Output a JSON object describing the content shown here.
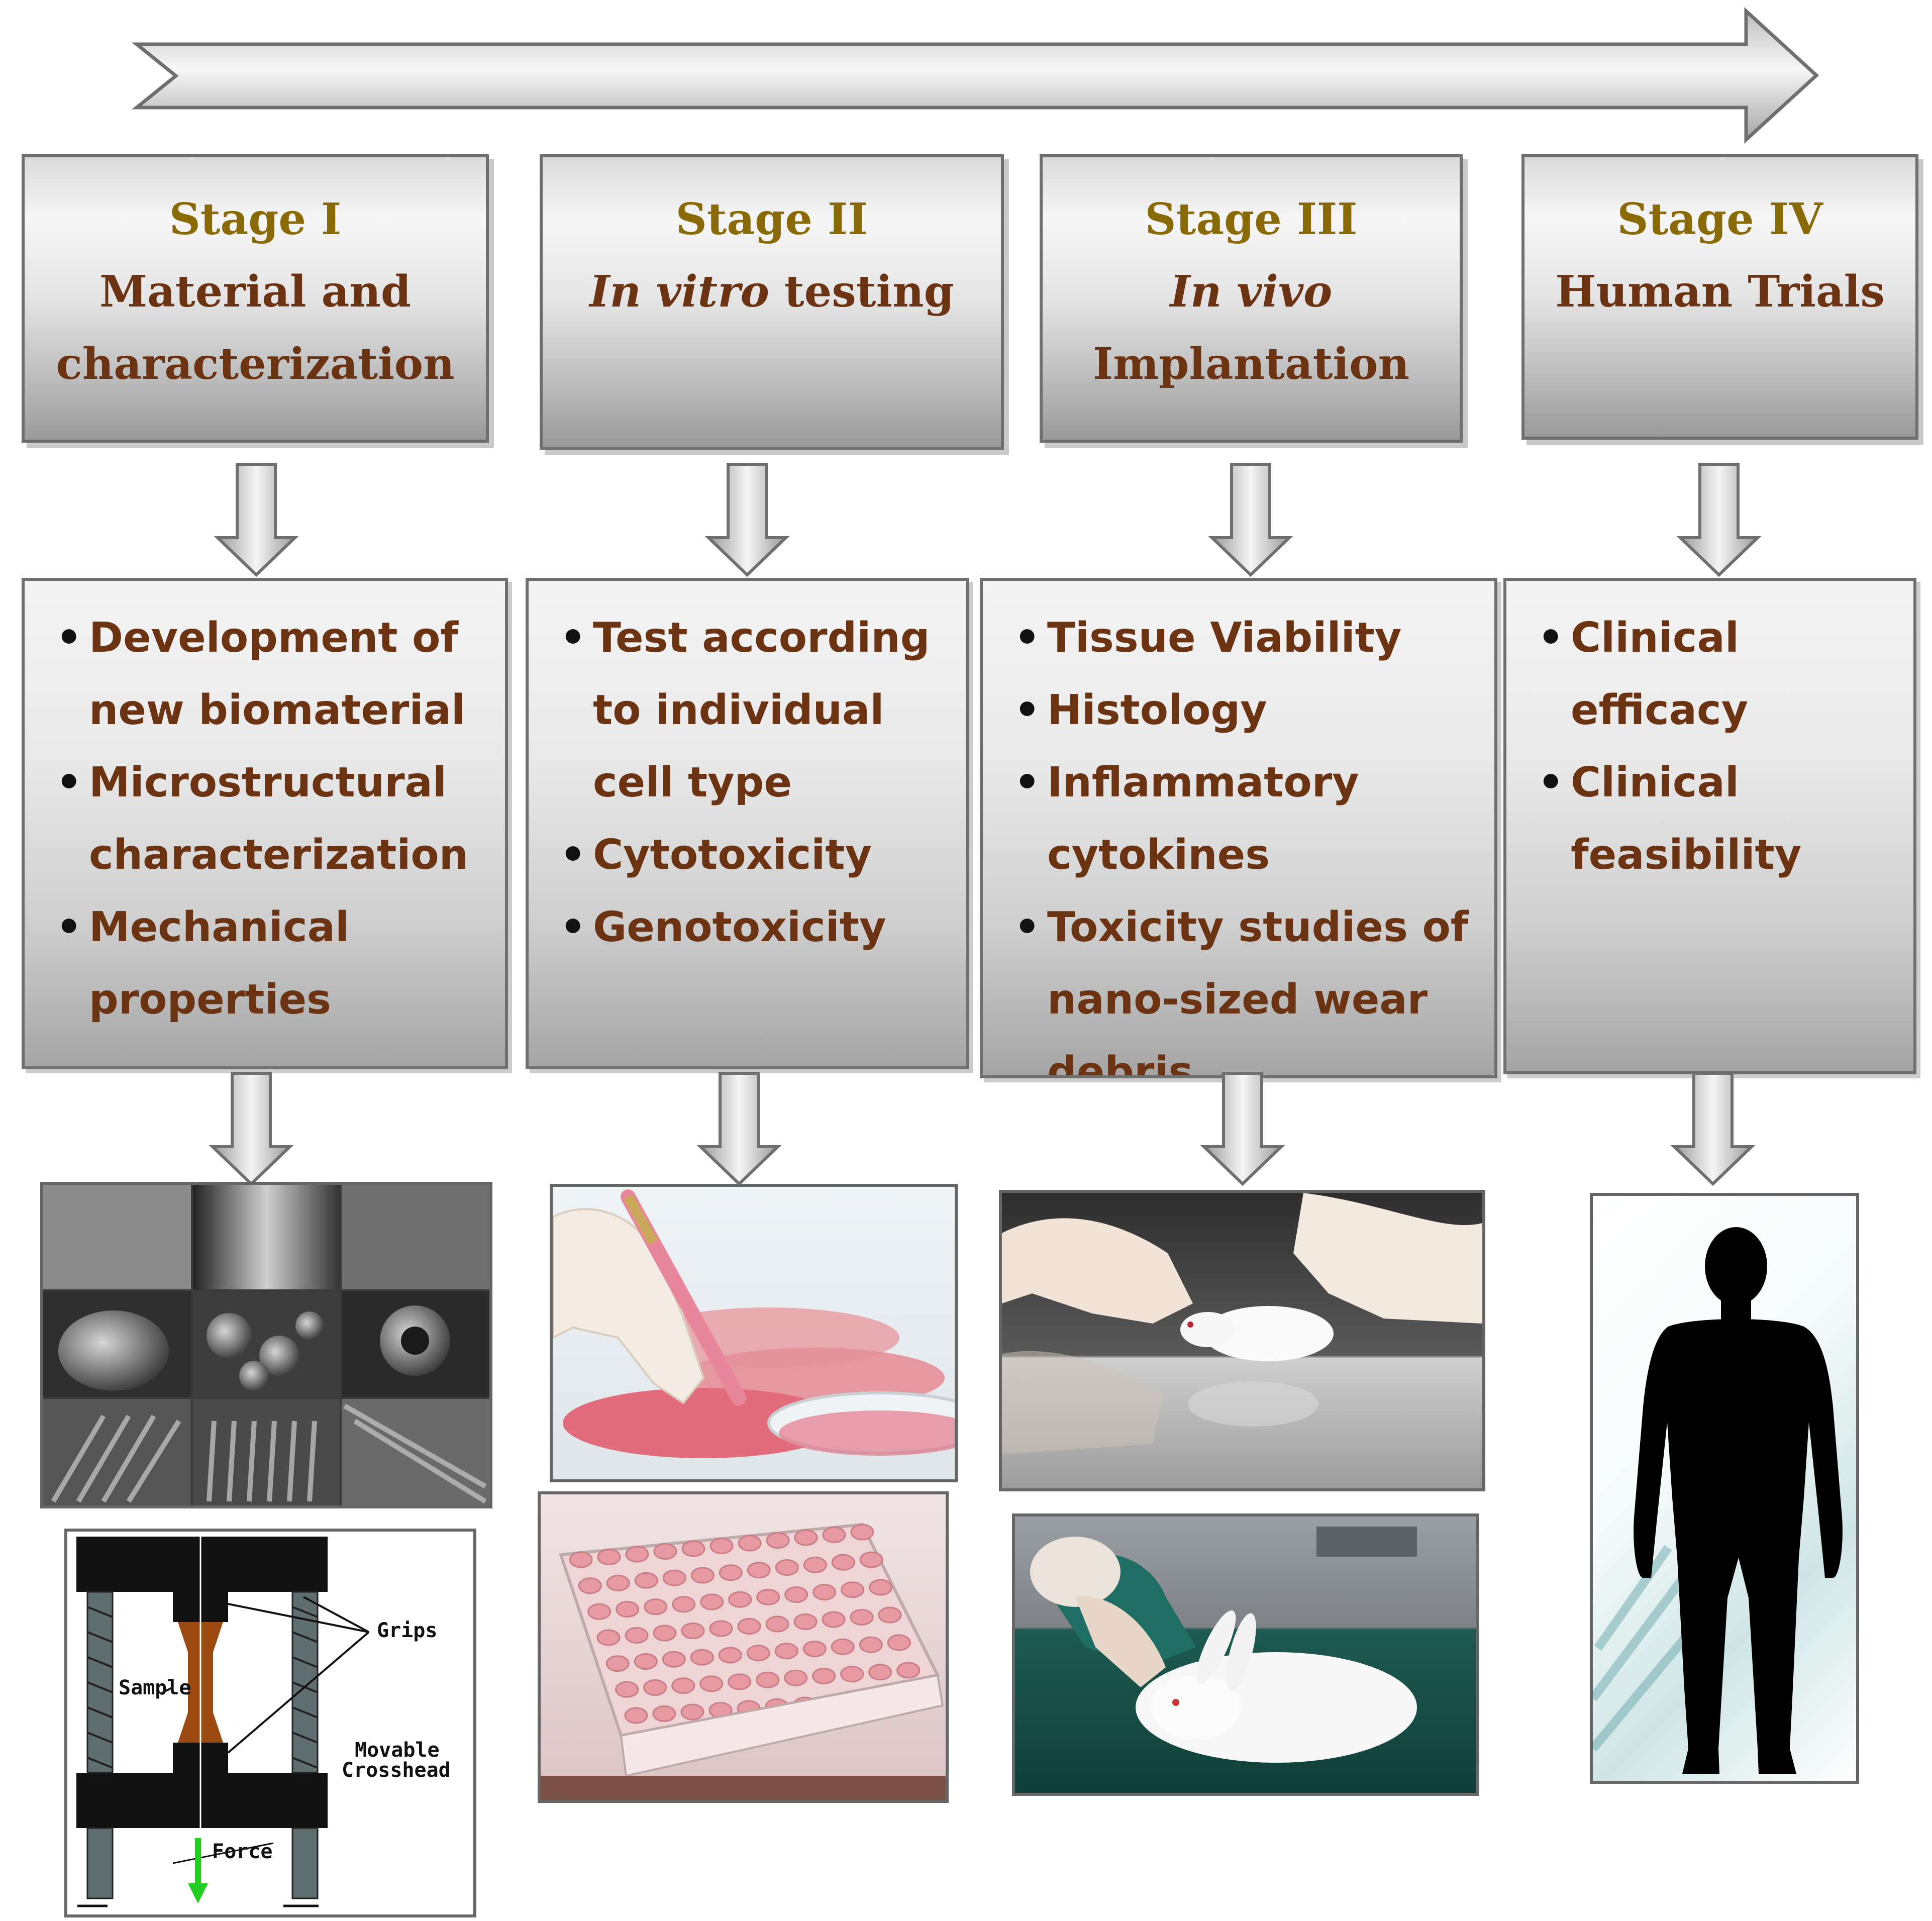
{
  "stages": [
    {
      "title": "Stage I",
      "subtitle_lines": [
        "Material and",
        "characterization"
      ],
      "items": [
        "Development of new biomaterial",
        "Microstructural characterization",
        "Mechanical properties"
      ]
    },
    {
      "title": "Stage II",
      "subtitle_italic": "In vitro",
      "subtitle_rest": " testing",
      "items": [
        "Test according to individual cell type",
        "Cytotoxicity",
        "Genotoxicity"
      ]
    },
    {
      "title": "Stage III",
      "subtitle_italic": "In vivo",
      "subtitle_line2": "Implantation",
      "items": [
        "Tissue Viability",
        "Histology",
        "Inflammatory cytokines",
        "Toxicity studies of nano-sized wear debris"
      ]
    },
    {
      "title": "Stage IV",
      "subtitle_lines": [
        "Human Trials"
      ],
      "items": [
        "Clinical efficacy",
        "Clinical feasibility"
      ]
    }
  ],
  "tensile_test_labels": {
    "grips": "Grips",
    "sample": "Sample",
    "movable": "Movable",
    "crosshead": "Crosshead",
    "force": "Force"
  },
  "colors": {
    "stage_title": "#8a6a06",
    "text_brown": "#6b3312",
    "box_border": "#6f6f6f"
  },
  "icons": [
    "progress-arrow",
    "down-arrow",
    "sem-micrograph-grid",
    "tensile-test-diagram",
    "petri-dish-photo",
    "well-plate-photo",
    "mouse-photo",
    "rabbit-photo",
    "human-silhouette"
  ]
}
